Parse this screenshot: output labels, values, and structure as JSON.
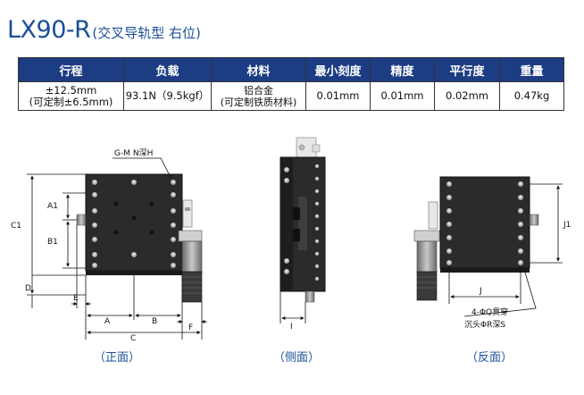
{
  "title": {
    "model": "LX90-R",
    "subtitle": "(交叉导轨型 右位)"
  },
  "spec_table": {
    "headers": [
      "行程",
      "负载",
      "材料",
      "最小刻度",
      "精度",
      "平行度",
      "重量"
    ],
    "row": {
      "stroke_line1": "±12.5mm",
      "stroke_line2": "(可定制±6.5mm)",
      "load": "93.1N（9.5kgf）",
      "material_line1": "铝合金",
      "material_line2": "(可定制铁质材料)",
      "min_scale": "0.01mm",
      "accuracy": "0.01mm",
      "parallelism": "0.02mm",
      "weight": "0.47kg"
    }
  },
  "drawing": {
    "labels": {
      "gm": "G-M N深H",
      "a1": "A1",
      "b1": "B1",
      "c1": "C1",
      "d": "D",
      "e": "E",
      "a": "A",
      "b": "B",
      "c": "C",
      "f": "F",
      "i": "I",
      "j": "J",
      "j1": "J1",
      "hole1": "4-ΦQ贯穿",
      "hole2": "沉头ΦR深S"
    },
    "captions": {
      "front": "（正面）",
      "side": "（侧面）",
      "back": "（反面）"
    }
  },
  "colors": {
    "accent": "#1a4f9a",
    "header_bg": "#1c3c83",
    "stage_body": "#2b2b2b",
    "stage_edge": "#111111"
  }
}
